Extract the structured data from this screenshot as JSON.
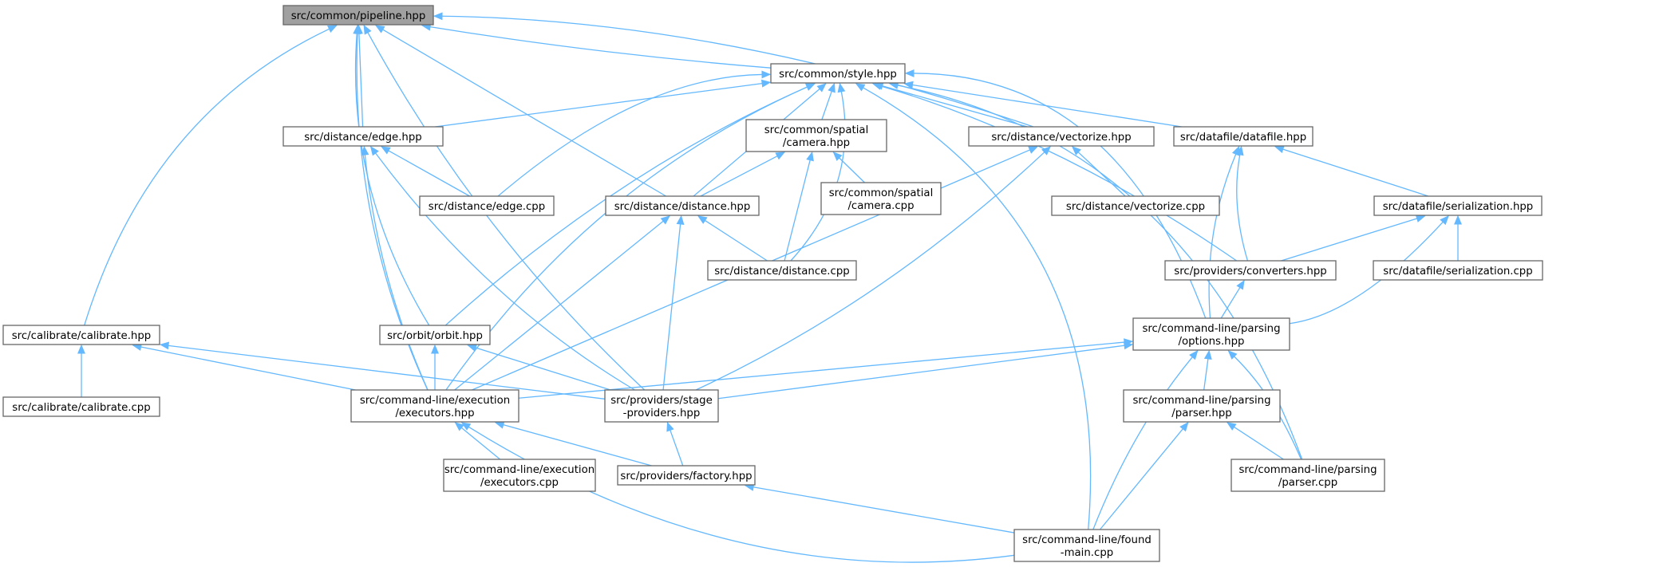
{
  "diagram": {
    "type": "include-dependency-graph",
    "colors": {
      "edge": "#63b8ff",
      "root_fill": "#a0a0a0",
      "node_border": "#666666",
      "node_fill": "#ffffff"
    },
    "nodes": [
      {
        "id": "pipeline_hpp",
        "lines": [
          "src/common/pipeline.hpp"
        ],
        "root": true
      },
      {
        "id": "style_hpp",
        "lines": [
          "src/common/style.hpp"
        ]
      },
      {
        "id": "edge_hpp",
        "lines": [
          "src/distance/edge.hpp"
        ]
      },
      {
        "id": "spatial_camera_hpp",
        "lines": [
          "src/common/spatial",
          "/camera.hpp"
        ]
      },
      {
        "id": "vectorize_hpp",
        "lines": [
          "src/distance/vectorize.hpp"
        ]
      },
      {
        "id": "datafile_hpp",
        "lines": [
          "src/datafile/datafile.hpp"
        ]
      },
      {
        "id": "edge_cpp",
        "lines": [
          "src/distance/edge.cpp"
        ]
      },
      {
        "id": "distance_hpp",
        "lines": [
          "src/distance/distance.hpp"
        ]
      },
      {
        "id": "spatial_camera_cpp",
        "lines": [
          "src/common/spatial",
          "/camera.cpp"
        ]
      },
      {
        "id": "vectorize_cpp",
        "lines": [
          "src/distance/vectorize.cpp"
        ]
      },
      {
        "id": "serialization_hpp",
        "lines": [
          "src/datafile/serialization.hpp"
        ]
      },
      {
        "id": "distance_cpp",
        "lines": [
          "src/distance/distance.cpp"
        ]
      },
      {
        "id": "converters_hpp",
        "lines": [
          "src/providers/converters.hpp"
        ]
      },
      {
        "id": "serialization_cpp",
        "lines": [
          "src/datafile/serialization.cpp"
        ]
      },
      {
        "id": "calibrate_hpp",
        "lines": [
          "src/calibrate/calibrate.hpp"
        ]
      },
      {
        "id": "orbit_hpp",
        "lines": [
          "src/orbit/orbit.hpp"
        ]
      },
      {
        "id": "options_hpp",
        "lines": [
          "src/command-line/parsing",
          "/options.hpp"
        ]
      },
      {
        "id": "calibrate_cpp",
        "lines": [
          "src/calibrate/calibrate.cpp"
        ]
      },
      {
        "id": "executors_hpp",
        "lines": [
          "src/command-line/execution",
          "/executors.hpp"
        ]
      },
      {
        "id": "stage_providers_hpp",
        "lines": [
          "src/providers/stage",
          "-providers.hpp"
        ]
      },
      {
        "id": "parser_hpp",
        "lines": [
          "src/command-line/parsing",
          "/parser.hpp"
        ]
      },
      {
        "id": "executors_cpp",
        "lines": [
          "src/command-line/execution",
          "/executors.cpp"
        ]
      },
      {
        "id": "factory_hpp",
        "lines": [
          "src/providers/factory.hpp"
        ]
      },
      {
        "id": "parser_cpp",
        "lines": [
          "src/command-line/parsing",
          "/parser.cpp"
        ]
      },
      {
        "id": "found_main_cpp",
        "lines": [
          "src/command-line/found",
          "-main.cpp"
        ]
      }
    ],
    "edges": [
      [
        "pipeline_hpp",
        "style_hpp"
      ],
      [
        "pipeline_hpp",
        "edge_hpp"
      ],
      [
        "pipeline_hpp",
        "vectorize_hpp"
      ],
      [
        "pipeline_hpp",
        "distance_hpp"
      ],
      [
        "pipeline_hpp",
        "calibrate_hpp"
      ],
      [
        "pipeline_hpp",
        "orbit_hpp"
      ],
      [
        "pipeline_hpp",
        "executors_hpp"
      ],
      [
        "pipeline_hpp",
        "stage_providers_hpp"
      ],
      [
        "style_hpp",
        "edge_hpp"
      ],
      [
        "style_hpp",
        "spatial_camera_hpp"
      ],
      [
        "style_hpp",
        "vectorize_hpp"
      ],
      [
        "style_hpp",
        "datafile_hpp"
      ],
      [
        "style_hpp",
        "edge_cpp"
      ],
      [
        "style_hpp",
        "distance_hpp"
      ],
      [
        "style_hpp",
        "distance_cpp"
      ],
      [
        "style_hpp",
        "converters_hpp"
      ],
      [
        "style_hpp",
        "orbit_hpp"
      ],
      [
        "style_hpp",
        "options_hpp"
      ],
      [
        "style_hpp",
        "executors_hpp"
      ],
      [
        "style_hpp",
        "parser_cpp"
      ],
      [
        "style_hpp",
        "found_main_cpp"
      ],
      [
        "edge_hpp",
        "edge_cpp"
      ],
      [
        "edge_hpp",
        "executors_hpp"
      ],
      [
        "edge_hpp",
        "stage_providers_hpp"
      ],
      [
        "spatial_camera_hpp",
        "spatial_camera_cpp"
      ],
      [
        "spatial_camera_hpp",
        "distance_hpp"
      ],
      [
        "spatial_camera_hpp",
        "distance_cpp"
      ],
      [
        "vectorize_hpp",
        "vectorize_cpp"
      ],
      [
        "vectorize_hpp",
        "executors_hpp"
      ],
      [
        "vectorize_hpp",
        "stage_providers_hpp"
      ],
      [
        "datafile_hpp",
        "serialization_hpp"
      ],
      [
        "datafile_hpp",
        "converters_hpp"
      ],
      [
        "datafile_hpp",
        "options_hpp"
      ],
      [
        "distance_hpp",
        "distance_cpp"
      ],
      [
        "distance_hpp",
        "executors_hpp"
      ],
      [
        "distance_hpp",
        "stage_providers_hpp"
      ],
      [
        "serialization_hpp",
        "serialization_cpp"
      ],
      [
        "serialization_hpp",
        "converters_hpp"
      ],
      [
        "serialization_hpp",
        "options_hpp"
      ],
      [
        "converters_hpp",
        "options_hpp"
      ],
      [
        "calibrate_hpp",
        "calibrate_cpp"
      ],
      [
        "calibrate_hpp",
        "executors_hpp"
      ],
      [
        "calibrate_hpp",
        "stage_providers_hpp"
      ],
      [
        "orbit_hpp",
        "executors_hpp"
      ],
      [
        "orbit_hpp",
        "stage_providers_hpp"
      ],
      [
        "options_hpp",
        "executors_hpp"
      ],
      [
        "options_hpp",
        "stage_providers_hpp"
      ],
      [
        "options_hpp",
        "parser_hpp"
      ],
      [
        "options_hpp",
        "parser_cpp"
      ],
      [
        "options_hpp",
        "found_main_cpp"
      ],
      [
        "executors_hpp",
        "executors_cpp"
      ],
      [
        "executors_hpp",
        "factory_hpp"
      ],
      [
        "executors_hpp",
        "found_main_cpp"
      ],
      [
        "stage_providers_hpp",
        "factory_hpp"
      ],
      [
        "parser_hpp",
        "parser_cpp"
      ],
      [
        "parser_hpp",
        "found_main_cpp"
      ],
      [
        "factory_hpp",
        "found_main_cpp"
      ]
    ]
  }
}
